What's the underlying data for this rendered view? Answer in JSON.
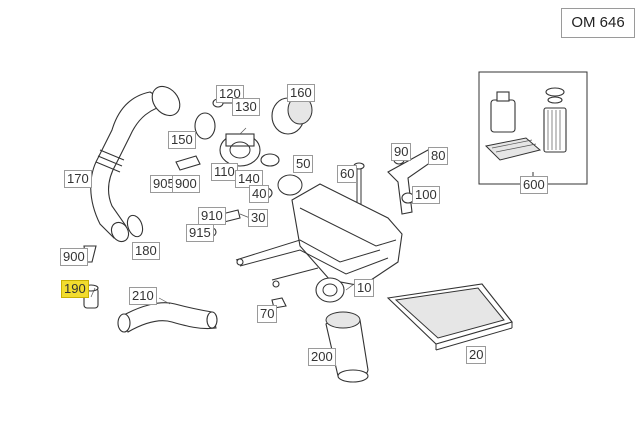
{
  "engine_code": "OM 646",
  "colors": {
    "highlight": "#f2dc2e",
    "label_border": "#9a9a9a"
  },
  "callouts": [
    {
      "id": "120",
      "label": "120"
    },
    {
      "id": "130",
      "label": "130"
    },
    {
      "id": "160",
      "label": "160"
    },
    {
      "id": "150",
      "label": "150"
    },
    {
      "id": "110",
      "label": "110"
    },
    {
      "id": "905",
      "label": "905"
    },
    {
      "id": "900a",
      "label": "900"
    },
    {
      "id": "170",
      "label": "170"
    },
    {
      "id": "50",
      "label": "50"
    },
    {
      "id": "60",
      "label": "60"
    },
    {
      "id": "90",
      "label": "90"
    },
    {
      "id": "80",
      "label": "80"
    },
    {
      "id": "600",
      "label": "600"
    },
    {
      "id": "140",
      "label": "140"
    },
    {
      "id": "40",
      "label": "40"
    },
    {
      "id": "100",
      "label": "100"
    },
    {
      "id": "910",
      "label": "910"
    },
    {
      "id": "30",
      "label": "30"
    },
    {
      "id": "915",
      "label": "915"
    },
    {
      "id": "180",
      "label": "180"
    },
    {
      "id": "900b",
      "label": "900"
    },
    {
      "id": "190",
      "label": "190"
    },
    {
      "id": "210",
      "label": "210"
    },
    {
      "id": "10",
      "label": "10"
    },
    {
      "id": "70",
      "label": "70"
    },
    {
      "id": "200",
      "label": "200"
    },
    {
      "id": "20",
      "label": "20"
    }
  ],
  "highlighted": "190"
}
